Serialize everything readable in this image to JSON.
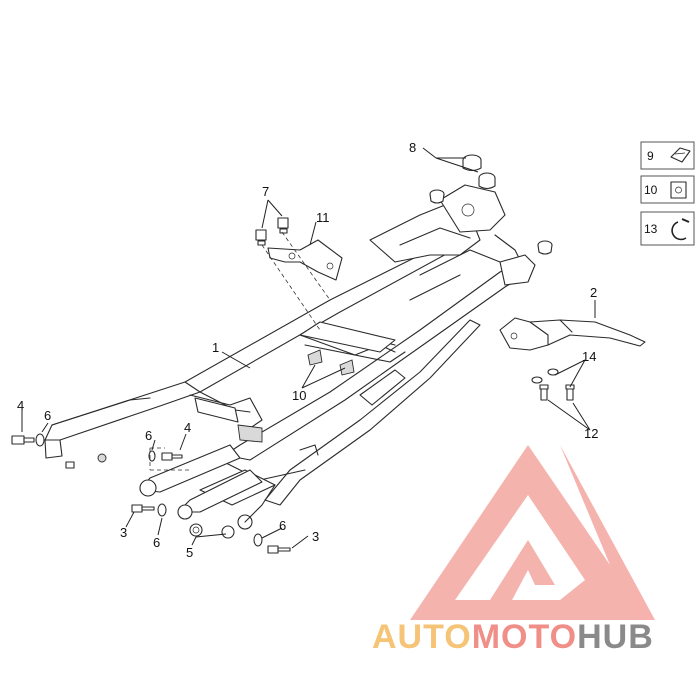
{
  "callouts": {
    "c1": "1",
    "c2": "2",
    "c3a": "3",
    "c3b": "3",
    "c4a": "4",
    "c4b": "4",
    "c5": "5",
    "c6a": "6",
    "c6b": "6",
    "c6c": "6",
    "c6d": "6",
    "c7": "7",
    "c8": "8",
    "c10": "10",
    "c11": "11",
    "c12": "12",
    "c14": "14"
  },
  "legend": [
    {
      "label": "9"
    },
    {
      "label": "10"
    },
    {
      "label": "13"
    }
  ],
  "watermark": {
    "part1": "AUTO",
    "part2": "MOTO",
    "part3": "HUB",
    "colors": {
      "auto": "#f5c477",
      "moto": "#f08e88",
      "hub": "#8a8a8a",
      "logo": "#f4a6a0"
    }
  }
}
